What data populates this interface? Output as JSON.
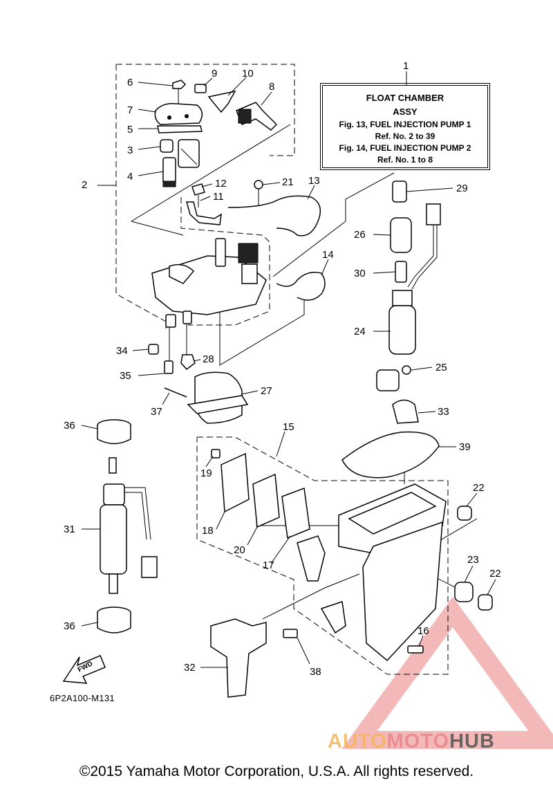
{
  "diagram_code": "6P2A100-M131",
  "fwd_label": "FWD",
  "copyright": "©2015 Yamaha Motor Corporation, U.S.A. All rights reserved.",
  "reference_box": {
    "line1": "FLOAT CHAMBER",
    "line2": "ASSY",
    "line3": "Fig. 13, FUEL INJECTION PUMP 1",
    "line4": "Ref. No. 2 to 39",
    "line5": "Fig. 14, FUEL INJECTION PUMP 2",
    "line6": "Ref. No. 1 to 8"
  },
  "watermark": {
    "part1": "AUTO",
    "part2": "MOTO",
    "part3": "HUB",
    "colors": {
      "auto": "#f6b45a",
      "moto": "#e9868a",
      "hub": "#555555",
      "triangle": "#e98080"
    }
  },
  "callouts": {
    "c1": "1",
    "c2": "2",
    "c3": "3",
    "c4": "4",
    "c5": "5",
    "c6": "6",
    "c7": "7",
    "c8": "8",
    "c9": "9",
    "c10": "10",
    "c11": "11",
    "c12": "12",
    "c13": "13",
    "c14": "14",
    "c15": "15",
    "c16": "16",
    "c17": "17",
    "c18": "18",
    "c19": "19",
    "c20": "20",
    "c21": "21",
    "c22a": "22",
    "c22b": "22",
    "c23": "23",
    "c24": "24",
    "c25": "25",
    "c26": "26",
    "c27": "27",
    "c28": "28",
    "c29": "29",
    "c30": "30",
    "c31": "31",
    "c32": "32",
    "c33": "33",
    "c34": "34",
    "c35": "35",
    "c36a": "36",
    "c36b": "36",
    "c37": "37",
    "c38": "38",
    "c39": "39"
  }
}
